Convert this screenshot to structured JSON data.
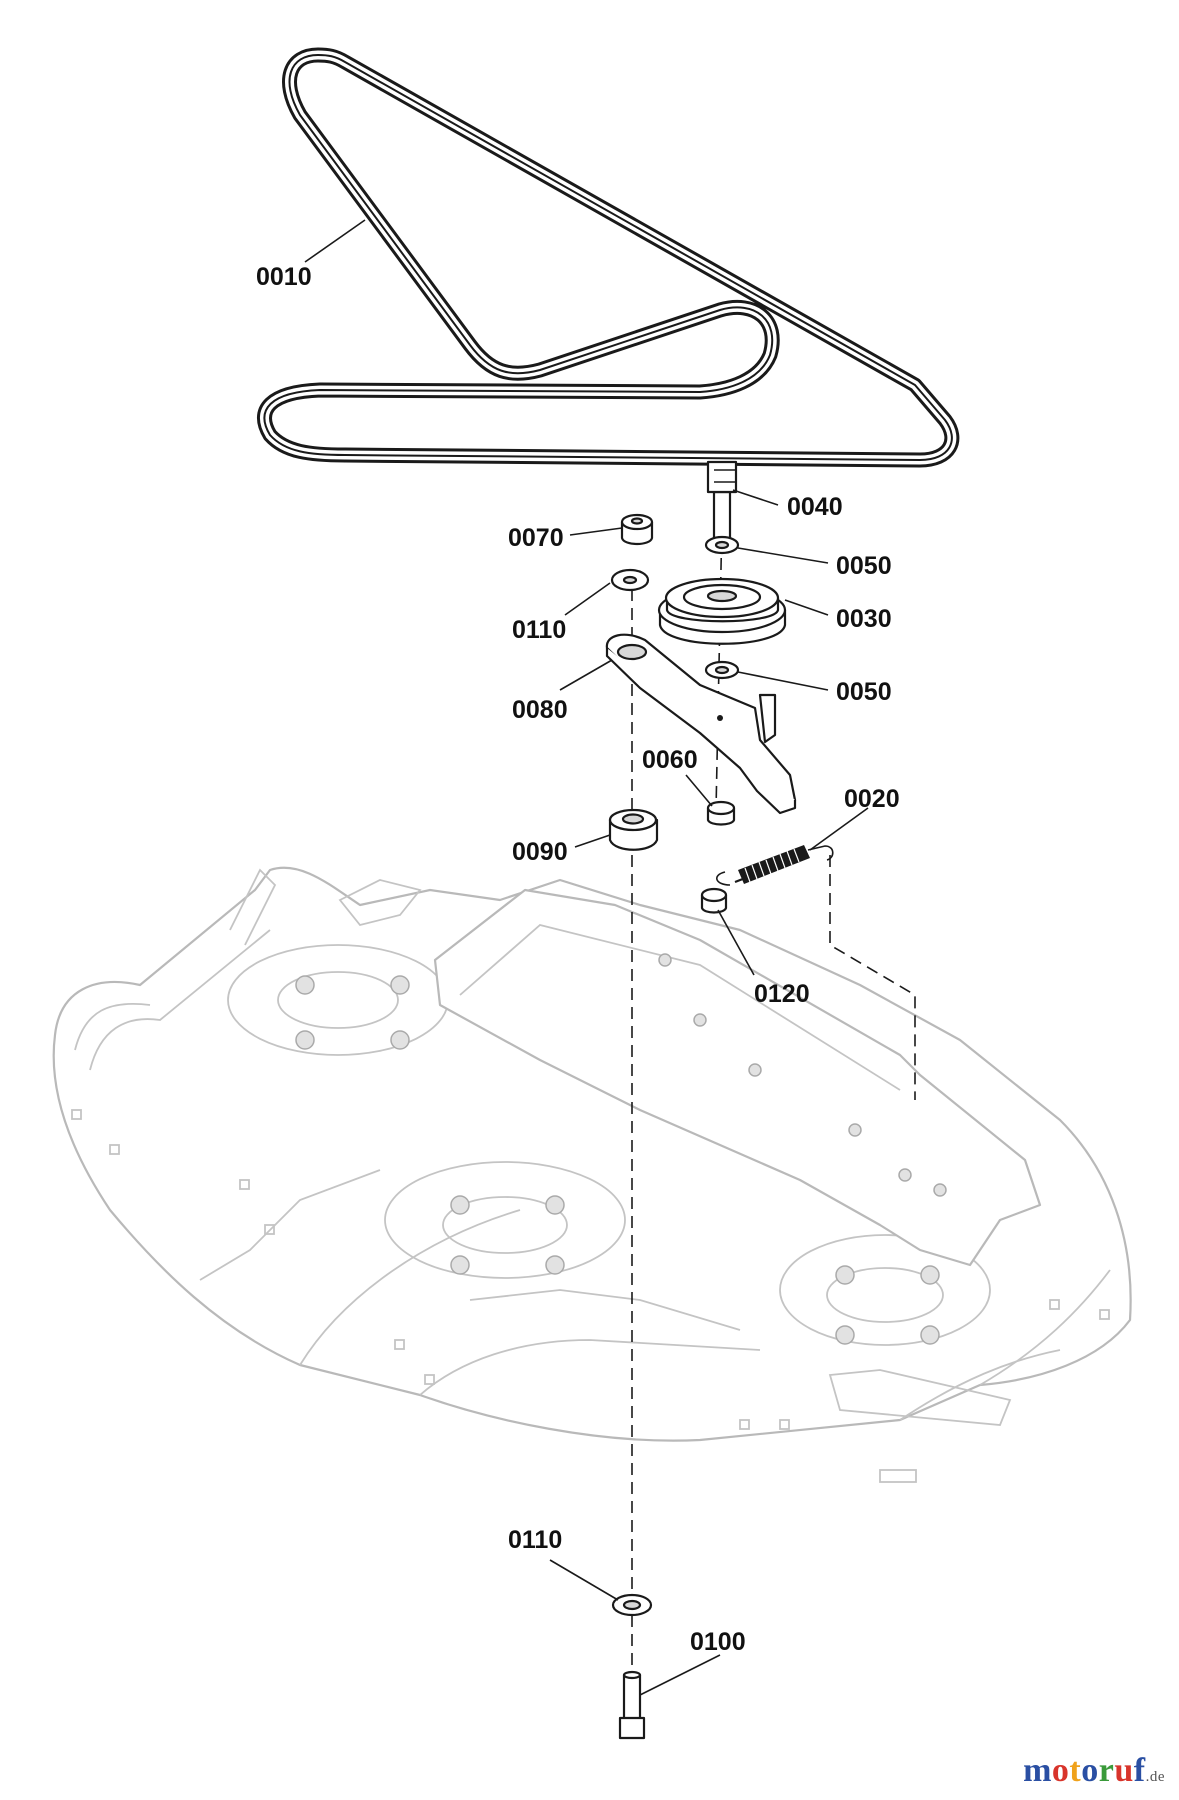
{
  "diagram": {
    "labels": {
      "p0010": "0010",
      "p0040": "0040",
      "p0070": "0070",
      "p0050a": "0050",
      "p0030": "0030",
      "p0110a": "0110",
      "p0050b": "0050",
      "p0080": "0080",
      "p0060": "0060",
      "p0020": "0020",
      "p0090": "0090",
      "p0120": "0120",
      "p0110b": "0110",
      "p0100": "0100"
    }
  },
  "watermark": {
    "letters": [
      "m",
      "o",
      "t",
      "o",
      "r",
      "u",
      "f"
    ],
    "letter_colors": [
      "#2a4fa3",
      "#d8342b",
      "#f0a21b",
      "#2a4fa3",
      "#3a9a3a",
      "#d8342b",
      "#2a4fa3"
    ],
    "tld": ".de"
  }
}
